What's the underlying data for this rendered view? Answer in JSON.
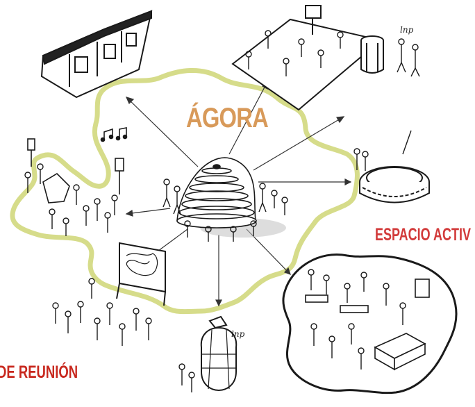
{
  "labels": {
    "agora": "ÁGORA",
    "espacio": "ESPACIO ACTIV",
    "reunion": "DE REUNIÓN",
    "tag_top": "lnp",
    "tag_bottom": "lnp"
  },
  "colors": {
    "agora_text": "#d89a5a",
    "espacio_text": "#d23a3a",
    "reunion_text": "#c8281e",
    "outline": "#d6dc8a",
    "ink": "#1a1a1a"
  },
  "icons": {
    "agora_dome": "stepped-dome",
    "sports_field": "playing-field",
    "building": "cutaway-building",
    "arena": "circular-arena",
    "stage": "projection-stage",
    "workshop": "workshop-tables",
    "music": "music-notes",
    "pod": "glass-pod"
  }
}
